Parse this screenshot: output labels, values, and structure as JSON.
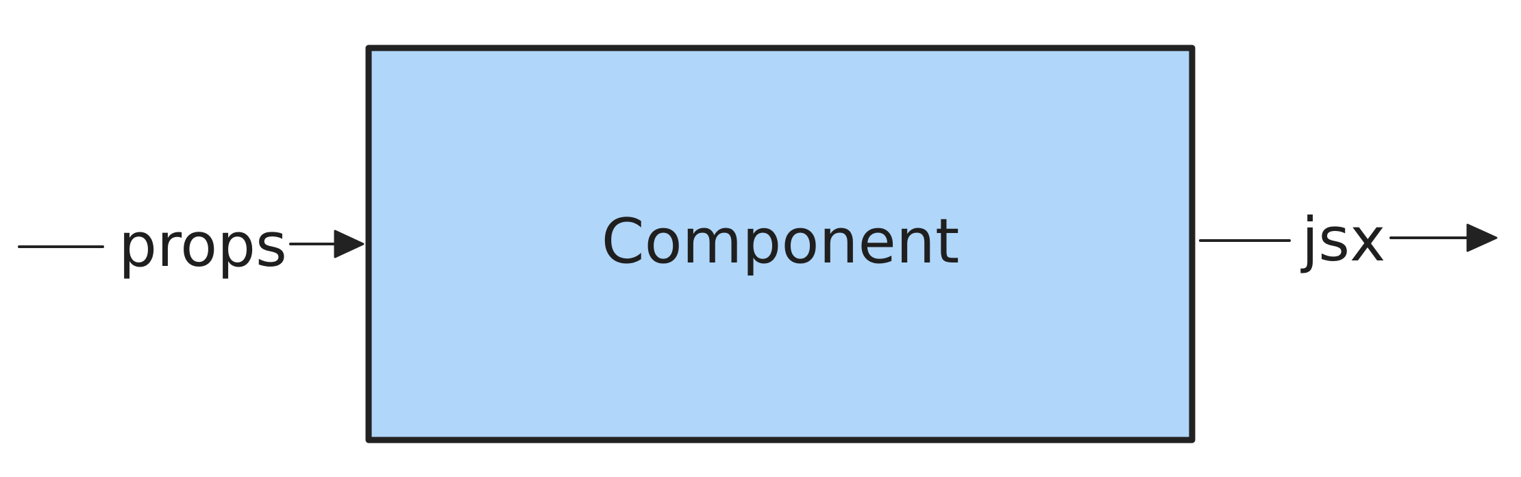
{
  "diagram": {
    "input_label": "props",
    "component_label": "Component",
    "output_label": "jsx"
  },
  "colors": {
    "box_fill": "#b0d6fa",
    "stroke": "#222222",
    "text": "#1f1f1f",
    "background": "#ffffff"
  }
}
